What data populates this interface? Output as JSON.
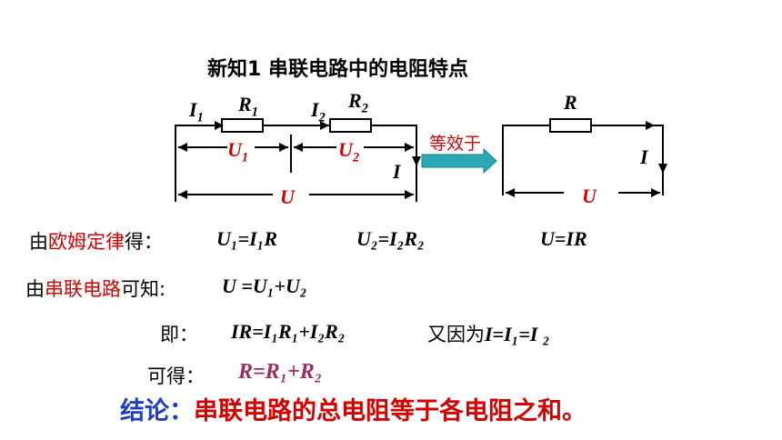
{
  "title": "新知1  串联电路中的电阻特点",
  "circuit1": {
    "I1": "I",
    "I1_sub": "1",
    "R1": "R",
    "R1_sub": "1",
    "I2": "I",
    "I2_sub": "2",
    "R2": "R",
    "R2_sub": "2",
    "U1": "U",
    "U1_sub": "1",
    "U2": "U",
    "U2_sub": "2",
    "I": "I",
    "U": "U"
  },
  "equivalent_label": "等效于",
  "circuit2": {
    "R": "R",
    "I": "I",
    "U": "U"
  },
  "line1": {
    "prefix": "由",
    "law": "欧姆定律",
    "suffix": "得：",
    "eq1": "U₁=I₁R",
    "eq2": "U₂=I₂R₂",
    "eq3": "U=IR"
  },
  "line2": {
    "prefix": "由",
    "term": "串联电路",
    "suffix": "可知:",
    "eq": "U =U₁+U₂"
  },
  "line3": {
    "prefix": "即：",
    "eq": "IR=I₁R₁+I₂R₂",
    "note_prefix": "又因为",
    "note_eq": "I=I₁=I ₂"
  },
  "line4": {
    "prefix": "可得：",
    "eq": "R=R₁+R₂"
  },
  "conclusion": {
    "label": "结论：",
    "text": "串联电路的总电阻等于各电阻之和。"
  },
  "colors": {
    "red": "#d40000",
    "blue": "#1f3fbf",
    "purple": "#9b2d5f",
    "arrow_fill": "#2aa8b8"
  }
}
